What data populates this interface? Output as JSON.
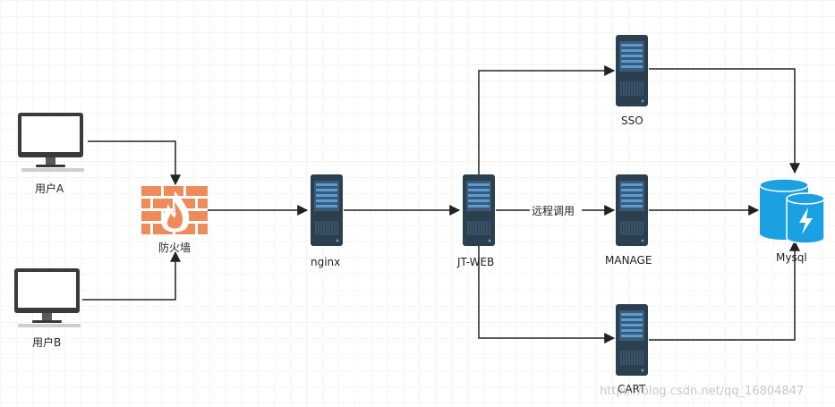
{
  "nodes": {
    "user_a": {
      "label": "用户A"
    },
    "user_b": {
      "label": "用户B"
    },
    "firewall": {
      "label": "防火墙"
    },
    "nginx": {
      "label": "nginx"
    },
    "jt_web": {
      "label": "JT-WEB"
    },
    "sso": {
      "label": "SSO"
    },
    "manage": {
      "label": "MANAGE"
    },
    "cart": {
      "label": "CART"
    },
    "mysql": {
      "label": "Mysql"
    }
  },
  "edges": {
    "rpc_label": "远程调用"
  },
  "watermark": "https://blog.csdn.net/qq_16804847",
  "colors": {
    "server_body": "#2b3f4f",
    "server_panel": "#3f6b8f",
    "server_stripe": "#5a9bd0",
    "firewall_brick": "#ef8b5a",
    "database": "#1ba1e2",
    "monitor_frame": "#3a3a3a",
    "edge": "#222222",
    "grid": "#e8e8e8"
  }
}
